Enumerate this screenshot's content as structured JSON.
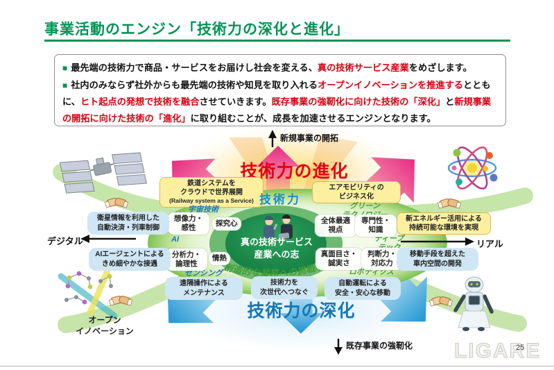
{
  "slide": {
    "title": "事業活動のエンジン「技術力の深化と進化」",
    "page_number": "25",
    "watermark": "LIGARE"
  },
  "summary": {
    "bullet": "■",
    "p1": {
      "a": "最先端の技術力で商品・サービスをお届けし社会を変える、",
      "b": "真の技術サービス産業",
      "c": "をめざします。"
    },
    "p2": {
      "a": "社内のみならず社外からも最先端の技術や知見を取り入れる",
      "b": "オープンイノベーションを推進する",
      "c": "とともに、",
      "d": "ヒト起点の発想で技術を融合",
      "e": "させていきます。",
      "f": "既存事業の強靭化に向けた技術の「深化」",
      "g": "と",
      "h": "新規事業の開拓に向けた技術の「進化」",
      "i": "に取り組むことが、成長を加速させるエンジンとなります。"
    }
  },
  "diagram": {
    "axis": {
      "top": "新規事業の開拓",
      "bottom": "既存事業の強靭化",
      "left": "デジタル",
      "right": "リアル"
    },
    "evolution_title": "技術力の進化",
    "deepening_title": "技術力の深化",
    "core_label": "技術力",
    "center": {
      "line1": "真の技術サービス",
      "line2": "産業への志"
    },
    "curved_text": "創造的な業務への挑戦心",
    "open_innovation": {
      "line1": "オープン",
      "line2": "イノベーション"
    },
    "categories": {
      "space": "宇宙技術",
      "ai": "AI",
      "sensing": "センシング",
      "green": {
        "line1": "グリーン",
        "line2": "テクノロジー"
      },
      "deeptech": {
        "line1": "ディープ",
        "line2": "テック"
      },
      "robotics": "ロボティクス"
    },
    "traits": {
      "imagination": "想像力・感性",
      "inquiry": "探究心",
      "optimization": "全体最適視点",
      "expertise": "専門性・知識",
      "analysis": "分析力・論理性",
      "passion": "情熱",
      "sincerity": "真面目さ・誠実さ",
      "judgment": "判断力・対応力"
    },
    "yellow_boxes": {
      "rail": {
        "lines": [
          "鉄道システムを",
          "クラウドで世界展開",
          "(Railway system as a Service)"
        ]
      },
      "air": {
        "lines": [
          "エアモビリティの",
          "ビジネス化"
        ]
      },
      "energy": {
        "lines": [
          "新エネルギー活用による",
          "持続可能な環境を実現"
        ]
      }
    },
    "blue_boxes": {
      "satellite": {
        "lines": [
          "衛星情報を利用した",
          "自動決済・列車制御"
        ]
      },
      "agent": {
        "lines": [
          "AIエージェントによる",
          "きめ細やかな接遇"
        ]
      },
      "remote": {
        "lines": [
          "遠隔操作による",
          "メンテナンス"
        ]
      },
      "nextgen": {
        "lines": [
          "技術力を",
          "次世代へつなぐ"
        ]
      },
      "driving": {
        "lines": [
          "自動運転による",
          "安全・安心な移動"
        ]
      },
      "cabin": {
        "lines": [
          "移動手段を超えた",
          "車内空間の開発"
        ]
      }
    }
  },
  "icons": {
    "corner_top_left": "satellite-icon",
    "corner_top_right": "atom-icon",
    "corner_bottom_left": "molecules-icon",
    "corner_bottom_right": "robot-icon",
    "swoosh_links": "handshake-icon",
    "center_figures": "engineers-icon"
  },
  "colors": {
    "title_green": "#009454",
    "accent_red": "#d7000f",
    "evolution_red": "#e50012",
    "deepening_blue": "#1477b7",
    "core_blue": "#1b8fc0",
    "category_blue": "#1b75bc",
    "category_green": "#44a038",
    "yellow_box_bg": "#fcf0a0",
    "blue_box_bg": "#cfe6f4",
    "ellipse_green": "#7cbf55",
    "center_green": "#138045"
  }
}
